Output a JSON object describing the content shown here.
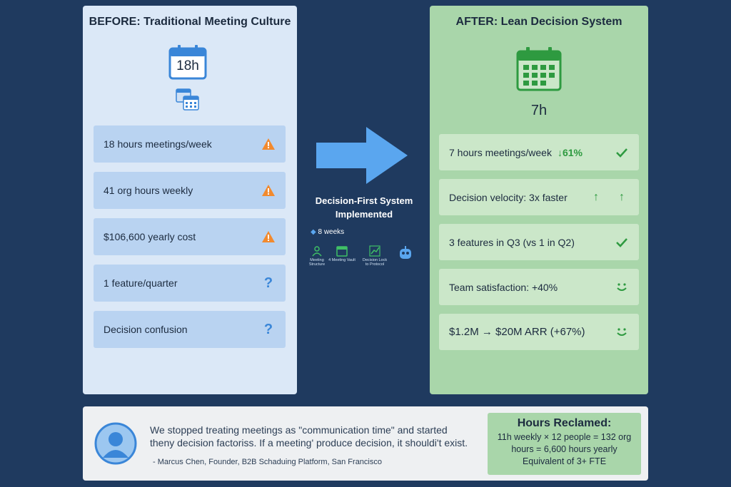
{
  "before": {
    "title": "BEFORE: Traditional Meeting Culture",
    "calendar_value": "18h",
    "items": [
      {
        "label": "18 hours meetings/week",
        "icon": "warning-icon"
      },
      {
        "label": "41 org hours weekly",
        "icon": "warning-icon"
      },
      {
        "label": "$106,600 yearly cost",
        "icon": "warning-icon"
      },
      {
        "label": "1 feature/quarter",
        "icon": "question-icon"
      },
      {
        "label": "Decision confusion",
        "icon": "question-icon"
      }
    ]
  },
  "middle": {
    "title_line1": "Decision-First System",
    "title_line2": "Implemented",
    "duration": "8 weeks",
    "steps": [
      {
        "label": "Meeting Structure",
        "icon": "person-icon"
      },
      {
        "label": "4 Meeting Vault",
        "icon": "calendar-icon"
      },
      {
        "label": "Decision Lock to Protocol",
        "icon": "chart-icon"
      },
      {
        "label": "",
        "icon": "robot-icon"
      }
    ]
  },
  "after": {
    "title": "AFTER: Lean Decision System",
    "calendar_value": "7h",
    "items": [
      {
        "label": "7 hours meetings/week",
        "extra": "↓61%",
        "icon": "check-icon"
      },
      {
        "label": "Decision velocity: 3x faster",
        "icon": "up-arrow-icon"
      },
      {
        "label": "3 features in Q3 (vs 1 in Q2)",
        "icon": "check-icon"
      },
      {
        "label": "Team satisfaction: +40%",
        "icon": "smile-icon"
      },
      {
        "label": "$1.2M → $20M ARR (+67%)",
        "icon": "smile-icon"
      }
    ]
  },
  "testimonial": {
    "quote_line1": "We stopped treating meetings as \"communication time\" and started",
    "quote_line2": "theny decision factoriss. If a meeting' produce decision, it shouldi't exist.",
    "author": "- Marcus Chen, Founder, B2B Schaduing Platform, San Francisco"
  },
  "hours_reclaimed": {
    "title": "Hours Reclamed:",
    "line1": "11h weekly × 12 people = 132 org",
    "line2": "hours = 6,600 hours yearly",
    "line3": "Equivalent of 3+ FTE"
  },
  "colors": {
    "background": "#1f3a5f",
    "before_panel": "#dbe8f7",
    "after_panel": "#a9d6aa",
    "warning": "#f28a2e",
    "accent_blue": "#3a86d8",
    "accent_green": "#2e9a40"
  }
}
